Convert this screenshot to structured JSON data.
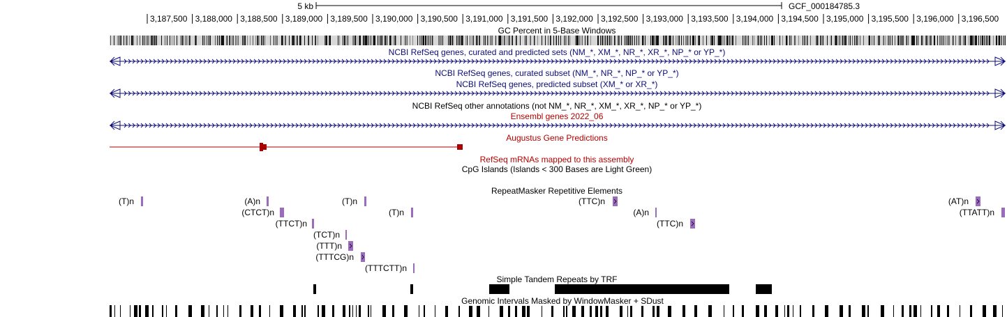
{
  "ruler": {
    "scale_label": "5 kb",
    "assembly_label": "GCF_000184785.3",
    "ticks": [
      "3,187,500",
      "3,188,000",
      "3,188,500",
      "3,189,000",
      "3,189,500",
      "3,190,000",
      "3,190,500",
      "3,191,000",
      "3,191,500",
      "3,192,000",
      "3,192,500",
      "3,193,000",
      "3,193,500",
      "3,194,000",
      "3,194,500",
      "3,195,000",
      "3,195,500",
      "3,196,000",
      "3,196,500"
    ]
  },
  "tracks": {
    "gc_percent": {
      "title": "GC Percent in 5-Base Windows"
    },
    "refseq_all": {
      "title": "NCBI RefSeq genes, curated and predicted sets (NM_*, XM_*, NR_*, XR_*, NP_* or YP_*)",
      "color": "#0c0c78"
    },
    "refseq_curated": {
      "title": "NCBI RefSeq genes, curated subset (NM_*, NR_*, NP_* or YP_*)",
      "color": "#0c0c78"
    },
    "refseq_predicted": {
      "title": "NCBI RefSeq genes, predicted subset (XM_* or XR_*)",
      "color": "#0c0c78"
    },
    "refseq_other": {
      "title": "NCBI RefSeq other annotations (not NM_*, NR_*, XM_*, XR_*, NP_* or YP_*)"
    },
    "ensembl": {
      "title": "Ensembl genes 2022_06",
      "color": "#0c0c78",
      "title_color": "#b40000"
    },
    "augustus": {
      "title": "Augustus Gene Predictions",
      "color": "#aa0000"
    },
    "refseq_mrnas": {
      "title": "RefSeq mRNAs mapped to this assembly",
      "color": "#b40000"
    },
    "cpg": {
      "title": "CpG Islands (Islands < 300 Bases are Light Green)"
    },
    "repeatmasker": {
      "title": "RepeatMasker Repetitive Elements",
      "color": "#9a6bbf",
      "items": [
        {
          "label": "(T)n",
          "row": 0
        },
        {
          "label": "(A)n",
          "row": 0
        },
        {
          "label": "(T)n",
          "row": 0
        },
        {
          "label": "(TTC)n",
          "row": 0
        },
        {
          "label": "(AT)n",
          "row": 0
        },
        {
          "label": "(CTCT)n",
          "row": 1
        },
        {
          "label": "(T)n",
          "row": 1
        },
        {
          "label": "(A)n",
          "row": 1
        },
        {
          "label": "(TTATT)n",
          "row": 1
        },
        {
          "label": "(TTCT)n",
          "row": 2
        },
        {
          "label": "(TTC)n",
          "row": 2
        },
        {
          "label": "(TCT)n",
          "row": 3
        },
        {
          "label": "(TTT)n",
          "row": 4
        },
        {
          "label": "(TTTCG)n",
          "row": 5
        },
        {
          "label": "(TTTCTT)n",
          "row": 6
        }
      ]
    },
    "trf": {
      "title": "Simple Tandem Repeats by TRF"
    },
    "windowmasker": {
      "title": "Genomic Intervals Masked by WindowMasker + SDust"
    }
  }
}
